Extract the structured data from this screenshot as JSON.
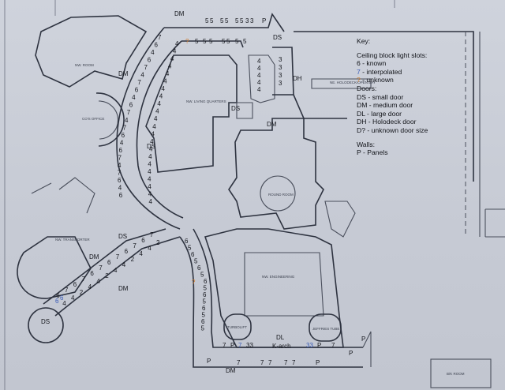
{
  "legend": {
    "title": "Key:",
    "light_heading": "Ceiling block light slots:",
    "light_items": [
      {
        "symbol": "6",
        "text": " - known",
        "color": "#111318"
      },
      {
        "symbol": "7",
        "text": " - interpolated",
        "color": "#3a5cb8"
      },
      {
        "symbol": "?",
        "text": " - unknown",
        "color": "#d07a2a"
      }
    ],
    "doors_heading": "Doors:",
    "door_items": [
      "DS - small door",
      "DM - medium door",
      "DL - large door",
      "DH - Holodeck door",
      "D? - unknown door size"
    ],
    "walls_heading": "Walls:",
    "wall_items": [
      "P - Panels"
    ]
  },
  "rooms": [
    {
      "id": "nw-room",
      "label": "NW. ROOM"
    },
    {
      "id": "cos-office",
      "label": "CO'S OFFICE"
    },
    {
      "id": "living-quarters",
      "label": "NW. LIVING QUARTERS"
    },
    {
      "id": "holodeck-area",
      "label": "NE. HOLODECK/OPEN BAY"
    },
    {
      "id": "round-room",
      "label": "ROUND ROOM"
    },
    {
      "id": "transporter",
      "label": "NW. TRANSPORTER"
    },
    {
      "id": "engineering",
      "label": "NW. ENGINEERING"
    },
    {
      "id": "turbolift",
      "label": "TURBOLIFT"
    },
    {
      "id": "jeffries-tube",
      "label": "JEFFRIES TUBE"
    },
    {
      "id": "bk-room",
      "label": "B/K ROOM"
    }
  ],
  "markers": {
    "top_row": [
      "DM",
      "5",
      "5",
      "5",
      "5",
      "5",
      "5",
      "3",
      "3",
      "P"
    ],
    "second_row": [
      "?",
      "5",
      "5",
      "5",
      "5",
      "5",
      "5",
      "5"
    ],
    "door_labels": [
      "DS",
      "DM",
      "DH",
      "DS",
      "DM",
      "DS",
      "DL",
      "DM",
      "DS",
      "DM",
      "DS",
      "DM"
    ],
    "bottom_center": "K-arch"
  }
}
